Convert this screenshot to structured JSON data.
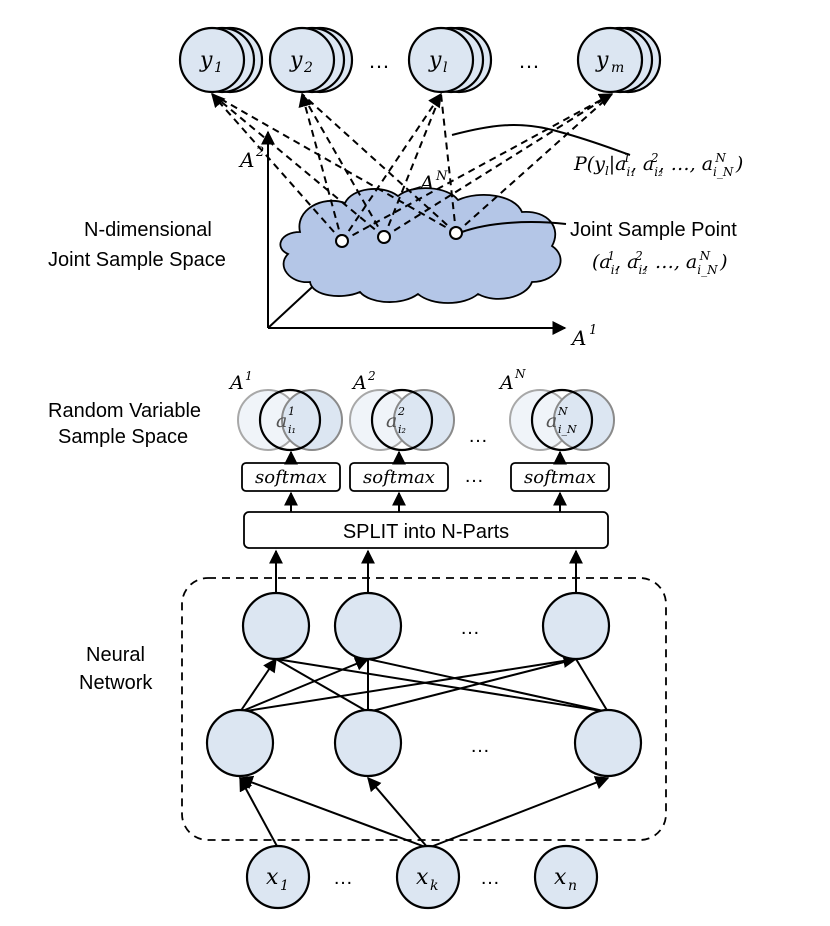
{
  "outputs": [
    {
      "base": "y",
      "sub": "1"
    },
    {
      "base": "y",
      "sub": "2"
    },
    {
      "base": "y",
      "sub": "l"
    },
    {
      "base": "y",
      "sub": "m"
    }
  ],
  "ellipsis": "…",
  "joint_space": {
    "label_line1": "N-dimensional",
    "label_line2": "Joint Sample Space",
    "axis_a1": {
      "base": "A",
      "sup": "1"
    },
    "axis_a2": {
      "base": "A",
      "sup": "2"
    },
    "axis_an": {
      "base": "A",
      "sup": "N"
    }
  },
  "probability_label": "P(y_l | a_{i1}^1, a_{i2}^2, …, a_{iN}^N)",
  "joint_point": {
    "label": "Joint Sample Point",
    "tuple": "(a_{i1}^1, a_{i2}^2, …, a_{iN}^N)"
  },
  "random_var": {
    "label_line1": "Random Variable",
    "label_line2": "Sample Space",
    "groups": [
      {
        "axis": "A^1",
        "sample": "a_{i1}^1"
      },
      {
        "axis": "A^2",
        "sample": "a_{i2}^2"
      },
      {
        "axis": "A^N",
        "sample": "a_{iN}^N"
      }
    ]
  },
  "softmax_label": "softmax",
  "split_label": "SPLIT into N-Parts",
  "network": {
    "label_line1": "Neural",
    "label_line2": "Network"
  },
  "inputs": [
    {
      "base": "x",
      "sub": "1"
    },
    {
      "base": "x",
      "sub": "k"
    },
    {
      "base": "x",
      "sub": "n"
    }
  ],
  "colors": {
    "node_fill": "#dce6f2",
    "cloud_fill": "#b4c6e7",
    "stroke": "#000000"
  }
}
